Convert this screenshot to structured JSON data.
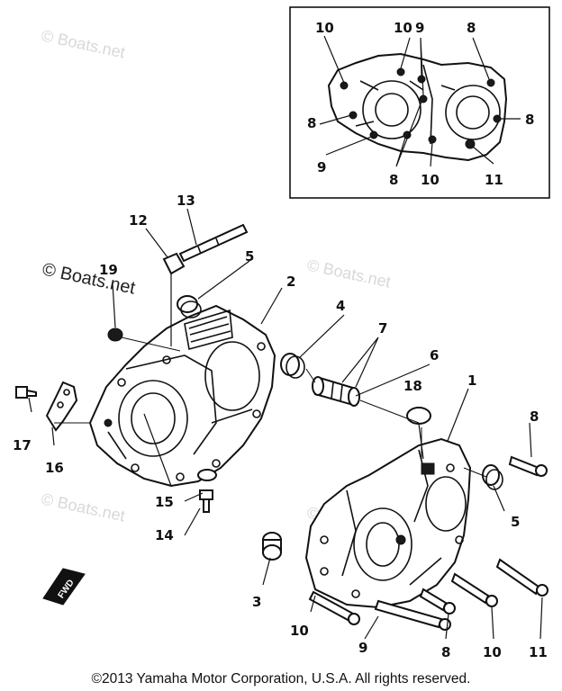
{
  "watermarks": {
    "primary": "© Boats.net",
    "faint": "© Boats.net"
  },
  "inset_labels": {
    "l10a": "10",
    "l10b": "10",
    "l9a": "9",
    "l8a": "8",
    "l8b": "8",
    "l8c": "8",
    "l9b": "9",
    "l8d": "8",
    "l10c": "10",
    "l11": "11"
  },
  "labels": {
    "p1": "1",
    "p2": "2",
    "p3": "3",
    "p4": "4",
    "p5a": "5",
    "p5b": "5",
    "p6": "6",
    "p7": "7",
    "p8a": "8",
    "p8b": "8",
    "p9": "9",
    "p10a": "10",
    "p10b": "10",
    "p11": "11",
    "p12": "12",
    "p13": "13",
    "p14": "14",
    "p15": "15",
    "p16": "16",
    "p17": "17",
    "p18": "18",
    "p19": "19"
  },
  "fwd_label": "FWD",
  "copyright": "©2013 Yamaha Motor Corporation, U.S.A. All rights reserved."
}
